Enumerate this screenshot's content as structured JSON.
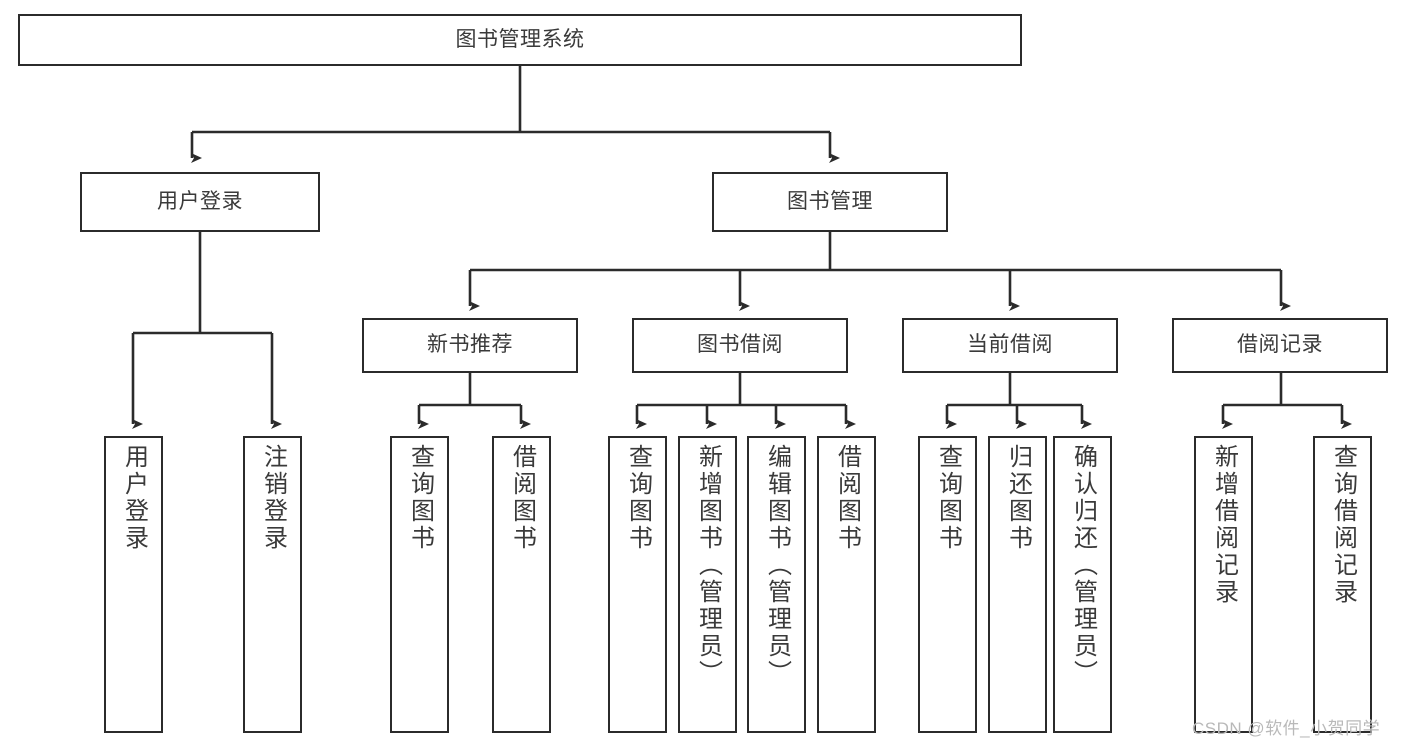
{
  "diagram": {
    "type": "tree-hierarchy",
    "title": "图书管理系统",
    "colors": {
      "box_border": "#2b2b2b",
      "box_fill": "#ffffff",
      "edge": "#2b2b2b",
      "text": "#3a3a3a",
      "watermark": "#b9b9b9",
      "background": "#ffffff"
    },
    "root": {
      "label": "图书管理系统"
    },
    "level2": [
      {
        "label": "用户登录"
      },
      {
        "label": "图书管理"
      }
    ],
    "level3": [
      {
        "label": "新书推荐"
      },
      {
        "label": "图书借阅"
      },
      {
        "label": "当前借阅"
      },
      {
        "label": "借阅记录"
      }
    ],
    "leaves": {
      "user_login": [
        {
          "label": "用户登录"
        },
        {
          "label": "注销登录"
        }
      ],
      "new_book": [
        {
          "label": "查询图书"
        },
        {
          "label": "借阅图书"
        }
      ],
      "book_borrow": [
        {
          "label": "查询图书"
        },
        {
          "label": "新增图书（管理员）"
        },
        {
          "label": "编辑图书（管理员）"
        },
        {
          "label": "借阅图书"
        }
      ],
      "current_borrow": [
        {
          "label": "查询图书"
        },
        {
          "label": "归还图书"
        },
        {
          "label": "确认归还（管理员）"
        }
      ],
      "borrow_record": [
        {
          "label": "新增借阅记录"
        },
        {
          "label": "查询借阅记录"
        }
      ]
    },
    "watermark": "CSDN @软件_小贺同学"
  }
}
